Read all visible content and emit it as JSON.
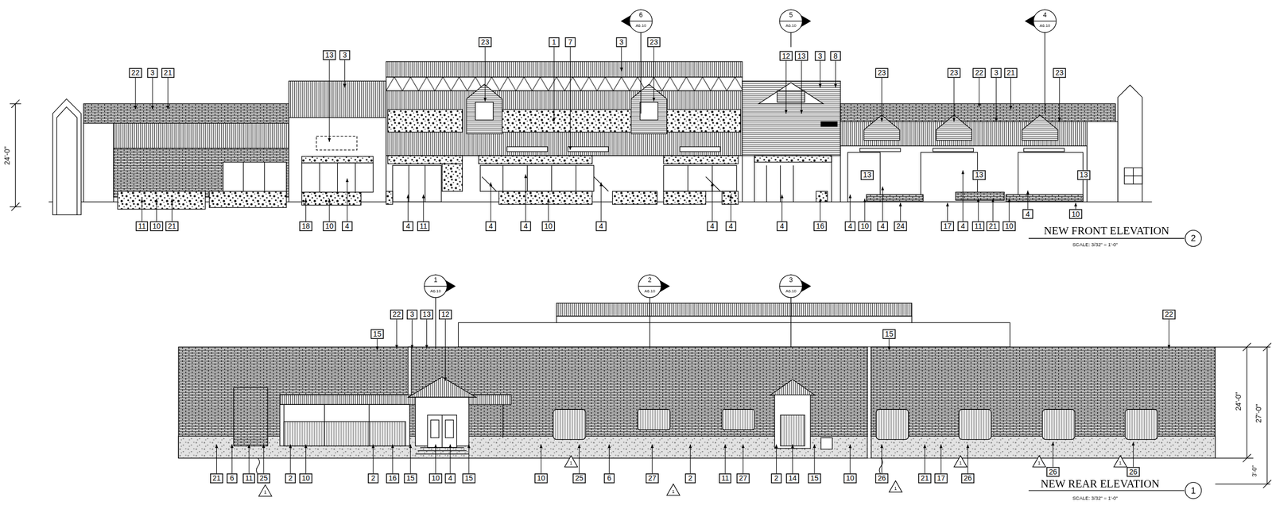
{
  "diagram": {
    "labels": [
      "22",
      "3",
      "21",
      "13",
      "3",
      "23",
      "1",
      "7",
      "3",
      "23",
      "12",
      "13",
      "3",
      "8",
      "23",
      "23",
      "22",
      "3",
      "21",
      "23",
      "6",
      "A6.10",
      "5",
      "A6.10",
      "4",
      "A6.10",
      "11",
      "10",
      "21",
      "18",
      "10",
      "4",
      "4",
      "11",
      "4",
      "4",
      "10",
      "4",
      "4",
      "4",
      "4",
      "16",
      "4",
      "10",
      "4",
      "24",
      "17",
      "4",
      "11",
      "21",
      "10",
      "4",
      "10",
      "13",
      "13",
      "13",
      "24'-0\"",
      "NEW FRONT ELEVATION",
      "SCALE: 3/32\" = 1'-0\"",
      "2",
      "22",
      "3",
      "13",
      "12",
      "15",
      "15",
      "22",
      "1",
      "A6.10",
      "2",
      "A6.10",
      "3",
      "A6.10",
      "21",
      "6",
      "11",
      "25",
      "2",
      "10",
      "2",
      "16",
      "15",
      "10",
      "4",
      "15",
      "10",
      "25",
      "6",
      "27",
      "2",
      "11",
      "27",
      "2",
      "14",
      "15",
      "10",
      "26",
      "21",
      "17",
      "26",
      "26",
      "26",
      "1",
      "1",
      "1",
      "1",
      "1",
      "1",
      "1",
      "24'-0\"",
      "27'-0\"",
      "3'-0\"",
      "NEW REAR ELEVATION",
      "SCALE: 3/32\" = 1'-0\"",
      "1"
    ]
  }
}
